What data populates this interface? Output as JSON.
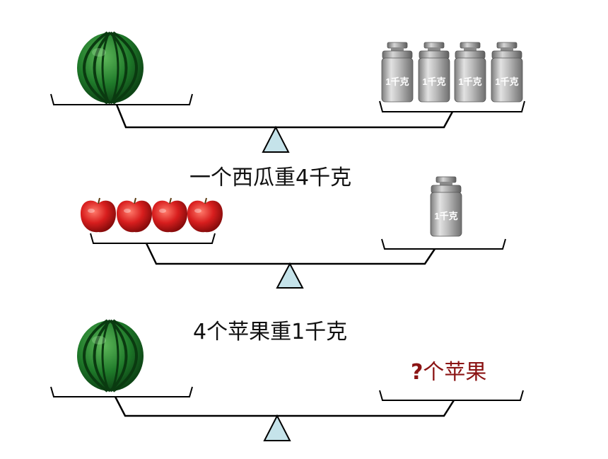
{
  "scene1": {
    "caption": "一个西瓜重4千克",
    "weight_label": "1千克",
    "weight_count": 4
  },
  "scene2": {
    "caption": "4个苹果重1千克",
    "weight_label": "1千克",
    "apple_count": 4
  },
  "scene3": {
    "question_mark": "?",
    "question_text": "个苹果"
  },
  "colors": {
    "scale_line": "#000000",
    "fulcrum_fill": "#c5e3ea",
    "question": "#8b1414",
    "watermelon": "#1f7a2a",
    "apple": "#d81e1e",
    "weight": "#a8a8a8"
  }
}
